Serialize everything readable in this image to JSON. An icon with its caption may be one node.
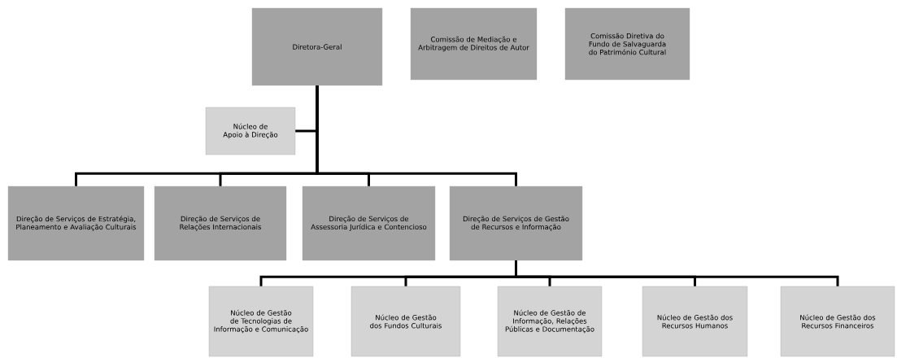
{
  "diagram": {
    "nodes": [
      {
        "text": [
          "Diretora-Geral"
        ]
      },
      {
        "text": [
          "Comissão de Mediação e Arbitragem de Direitos de Autor"
        ]
      },
      {
        "text": [
          "Comissão Diretiva do Fundo de Salvaguarda do Património Cultural"
        ]
      },
      {
        "text": [
          "Núcleo de Apoio à Direção"
        ]
      },
      {
        "text": [
          "Direção de Serviços de Estratégia, Planeamento e Avaliação Culturais"
        ]
      },
      {
        "text": [
          "Direção de Serviços de Relações Internacionais"
        ]
      },
      {
        "text": [
          "Direção de Serviços de Assessoria Jurídica e Contencioso"
        ]
      },
      {
        "text": [
          "Direção de Serviços de Gestão de Recursos e Informação"
        ]
      },
      {
        "text": [
          "Núcleo de Gestão de Tecnologias de Informação e Comunicação"
        ]
      },
      {
        "text": [
          "Núcleo de Gestão dos Fundos Culturais"
        ]
      },
      {
        "text": [
          "Núcleo de Gestão de Informação, Relações Públicas e Documentação"
        ]
      },
      {
        "text": [
          "Núcleo de Gestão dos Recursos Humanos"
        ]
      },
      {
        "text": [
          "Núcleo de Gestão dos Recursos Financeiros"
        ]
      }
    ],
    "edges": [
      {
        "from": 0,
        "to": 3,
        "arrow": "none"
      },
      {
        "from": 0,
        "to": 4,
        "arrow": "none"
      },
      {
        "from": 0,
        "to": 5,
        "arrow": "none"
      },
      {
        "from": 0,
        "to": 6,
        "arrow": "none"
      },
      {
        "from": 0,
        "to": 7,
        "arrow": "none"
      },
      {
        "from": 7,
        "to": 8,
        "arrow": "none"
      },
      {
        "from": 7,
        "to": 9,
        "arrow": "none"
      },
      {
        "from": 7,
        "to": 10,
        "arrow": "none"
      },
      {
        "from": 7,
        "to": 11,
        "arrow": "none"
      },
      {
        "from": 7,
        "to": 12,
        "arrow": "none"
      }
    ]
  }
}
